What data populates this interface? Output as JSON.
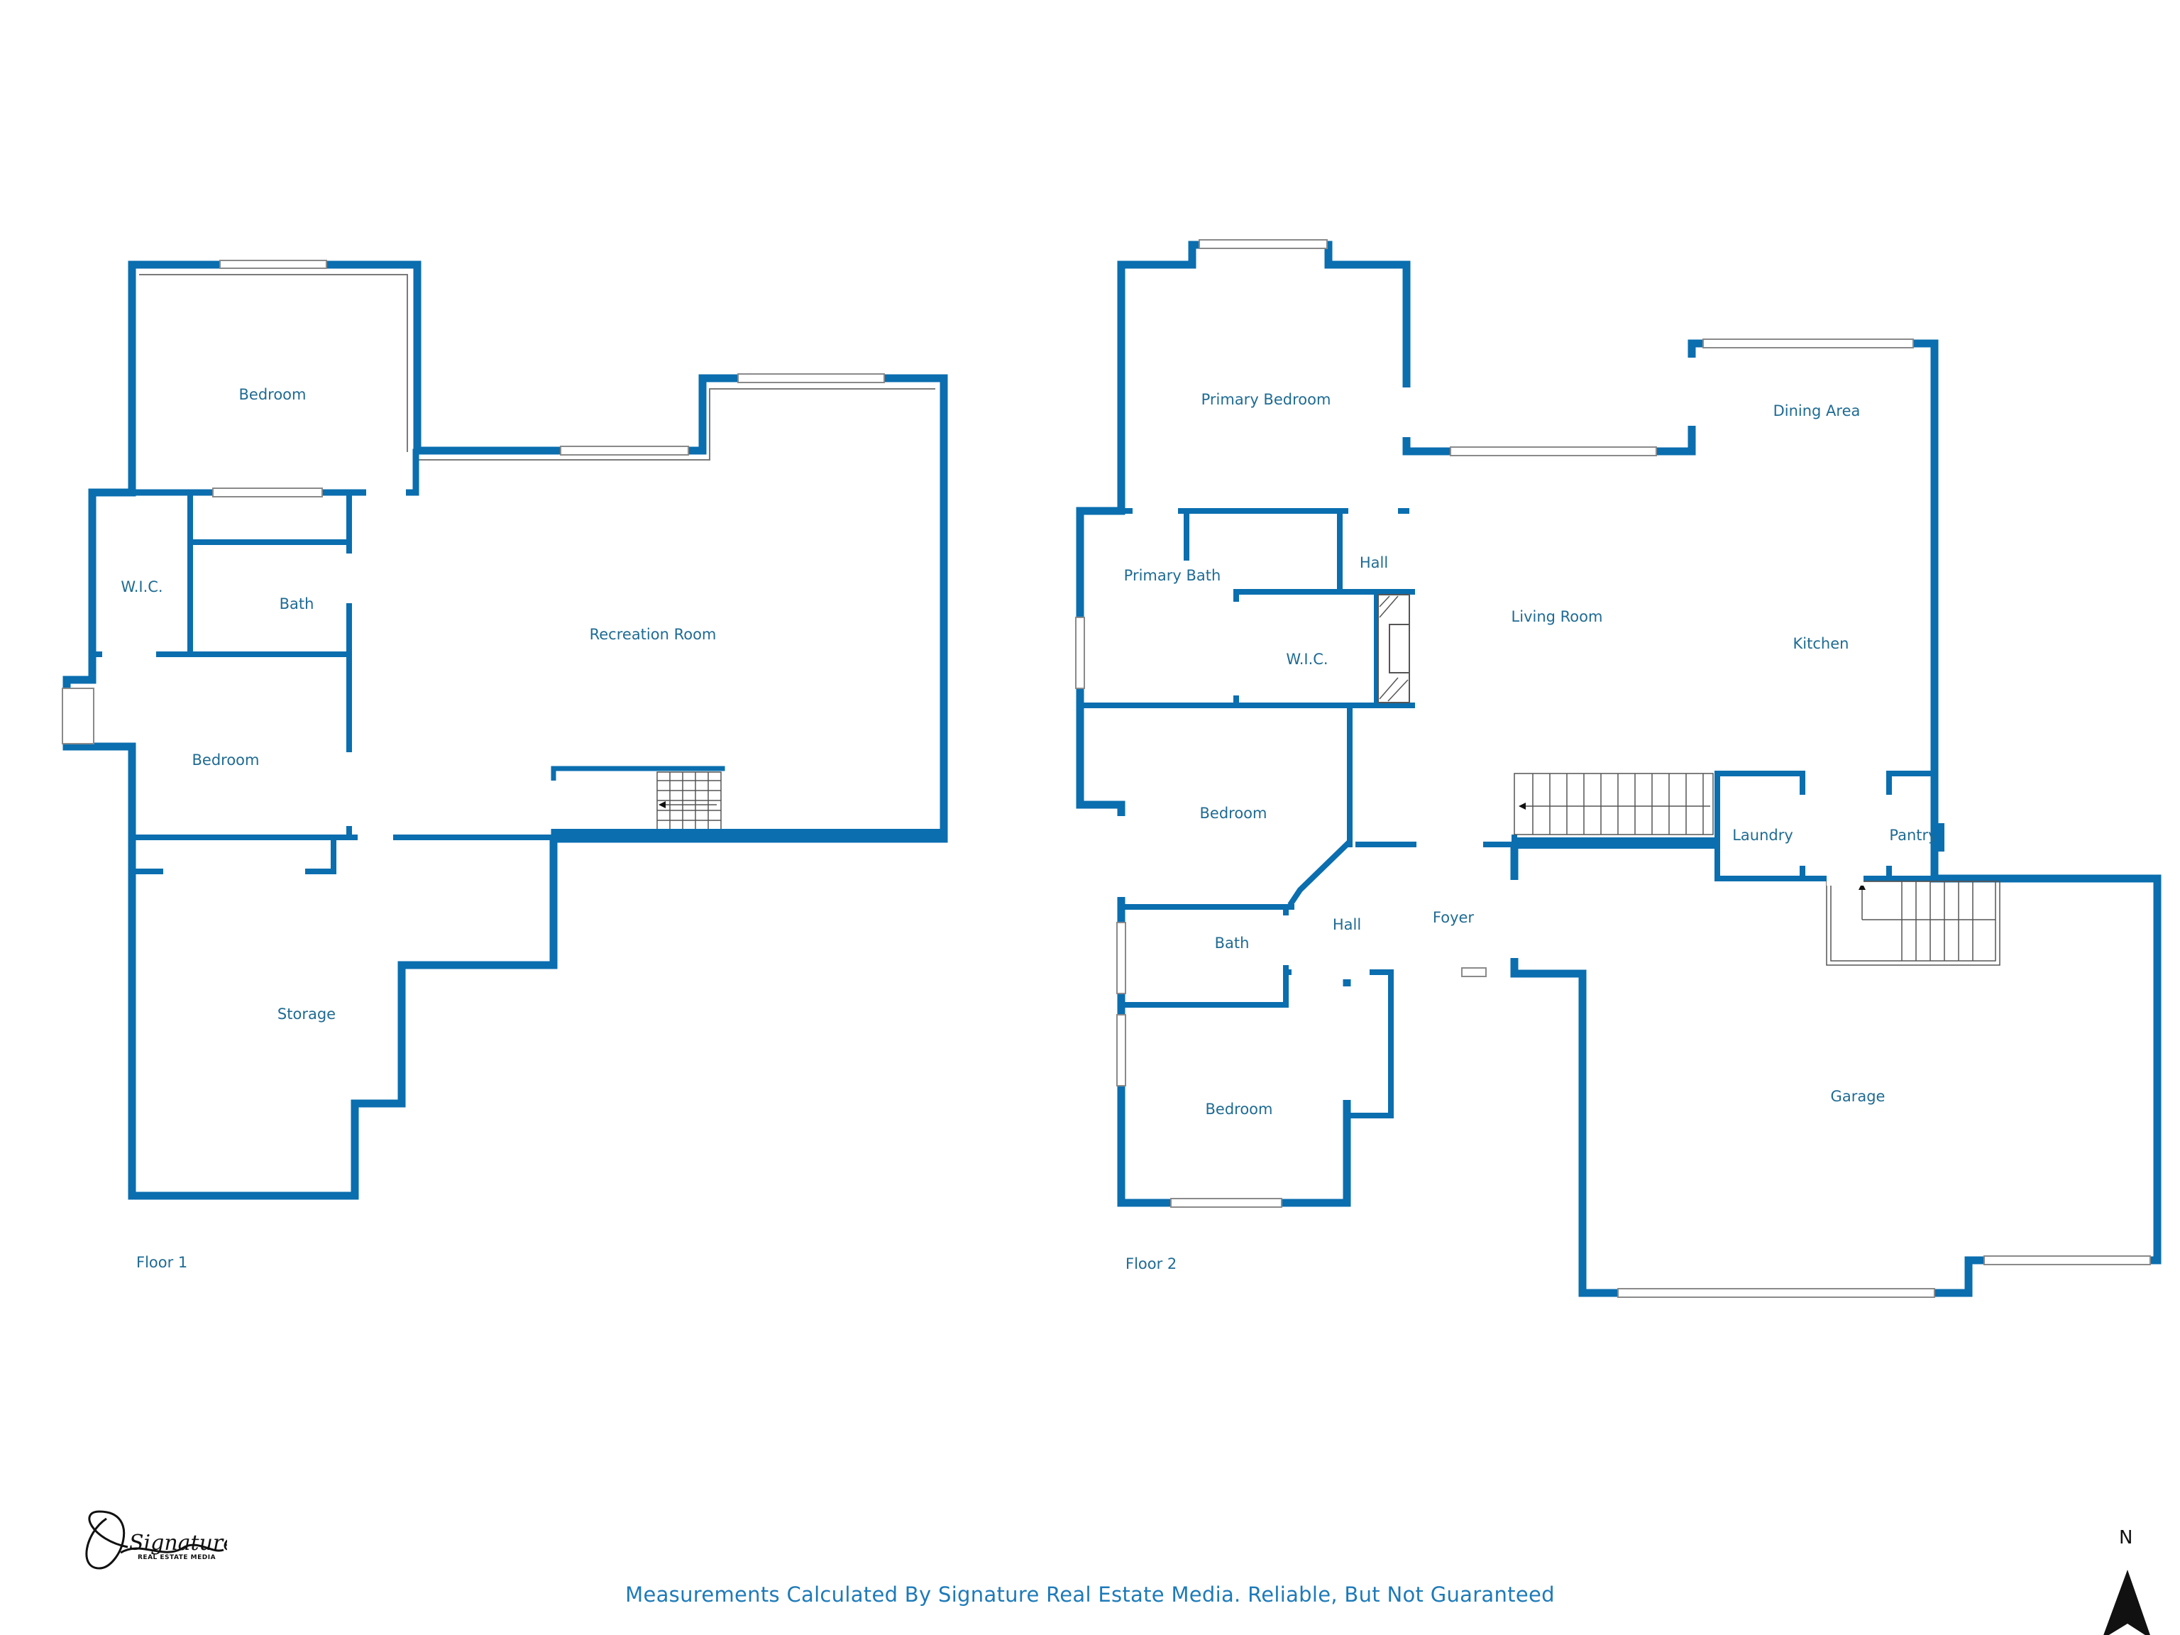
{
  "floor1": {
    "label": "Floor 1",
    "rooms": {
      "bedroom_top": "Bedroom",
      "wic": "W.I.C.",
      "bath": "Bath",
      "recreation": "Recreation Room",
      "bedroom_mid": "Bedroom",
      "storage": "Storage"
    }
  },
  "floor2": {
    "label": "Floor 2",
    "rooms": {
      "primary_bedroom": "Primary Bedroom",
      "dining": "Dining Area",
      "hall_top": "Hall",
      "primary_bath": "Primary Bath",
      "wic": "W.I.C.",
      "living": "Living Room",
      "kitchen": "Kitchen",
      "bedroom_a": "Bedroom",
      "laundry": "Laundry",
      "pantry": "Pantry",
      "hall_mid": "Hall",
      "foyer": "Foyer",
      "bath": "Bath",
      "bedroom_b": "Bedroom",
      "garage": "Garage"
    }
  },
  "footer": {
    "text": "Measurements Calculated By Signature Real Estate Media. Reliable, But Not Guaranteed"
  },
  "compass": {
    "label": "N"
  },
  "logo": {
    "script": "Signature",
    "sub": "REAL ESTATE MEDIA"
  },
  "colors": {
    "wall": "#0a6eaf",
    "text": "#1f6b93",
    "footer": "#1e7ab8"
  }
}
